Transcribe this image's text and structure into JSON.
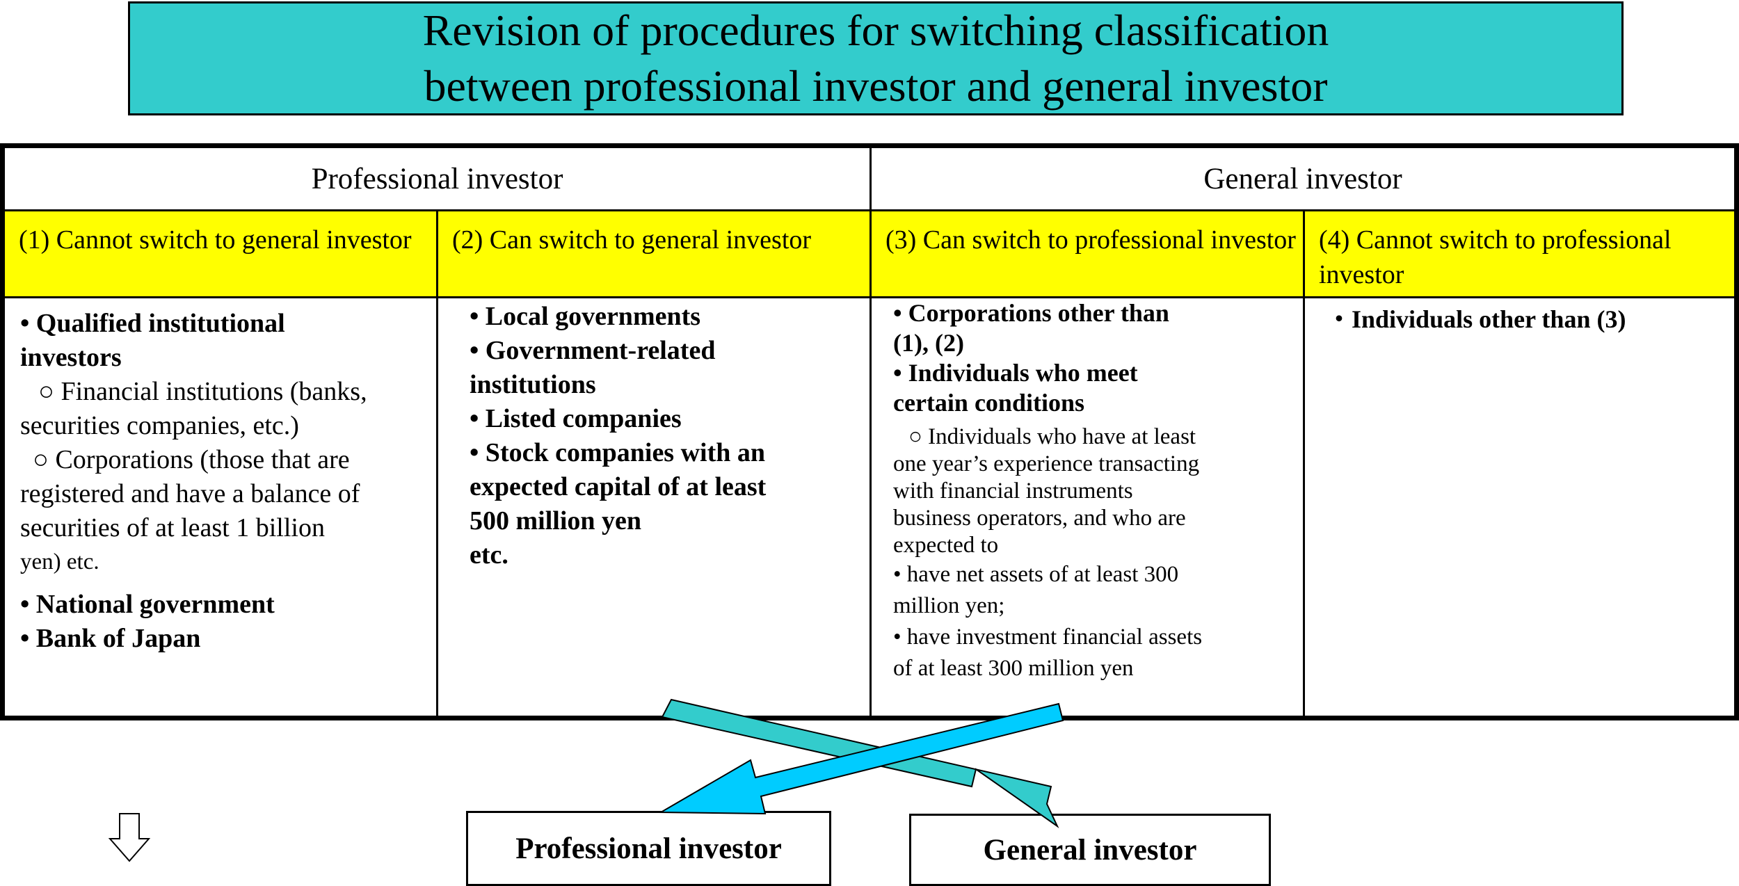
{
  "title": {
    "line1": "Revision of procedures for switching classification",
    "line2": "between professional investor and general investor"
  },
  "headers": {
    "professional": "Professional investor",
    "general": "General investor"
  },
  "subheaders": {
    "c1": "(1) Cannot switch to general investor",
    "c2": "(2) Can switch to general investor",
    "c3": "(3) Can switch to professional investor",
    "c4": "(4) Cannot switch to professional investor"
  },
  "col1": {
    "b1_line1": "• Qualified institutional",
    "b1_line2": "investors",
    "s1_line1": "○ Financial institutions (banks,",
    "s1_line2": "securities companies, etc.)",
    "s2_line1": "○ Corporations (those that are",
    "s2_line2": "registered and have a balance of",
    "s2_line3": "securities of at least 1 billion",
    "s2_line4": "yen) etc.",
    "b2": "• National government",
    "b3": "• Bank of Japan"
  },
  "col2": {
    "l1": "• Local governments",
    "l2": "• Government-related",
    "l3": "institutions",
    "l4": "• Listed companies",
    "l5": "• Stock companies with an",
    "l6": "expected capital of at least",
    "l7": "500 million yen",
    "l8": "etc."
  },
  "col3": {
    "b1_line1": "• Corporations other than",
    "b1_line2": "(1), (2)",
    "b2_line1": "• Individuals who meet",
    "b2_line2": "certain conditions",
    "d1": "○ Individuals who have at least",
    "d2": "one year’s experience transacting",
    "d3": "with financial instruments",
    "d4": "business operators, and who are",
    "d5": "expected to",
    "e1": "• have net assets of at least 300",
    "e2": "million yen;",
    "e3": "• have investment financial assets",
    "e4": "of at least 300 million yen"
  },
  "col4": {
    "l1": "・Individuals other than (3)"
  },
  "bottom": {
    "professional": "Professional investor",
    "general": "General investor"
  },
  "colors": {
    "title_bg": "#33cccc",
    "subheader_bg": "#ffff00",
    "arrow_to_general": "#33cccc",
    "arrow_to_professional": "#00ccff"
  },
  "icons": {
    "down_arrow": "down-arrow-icon"
  }
}
